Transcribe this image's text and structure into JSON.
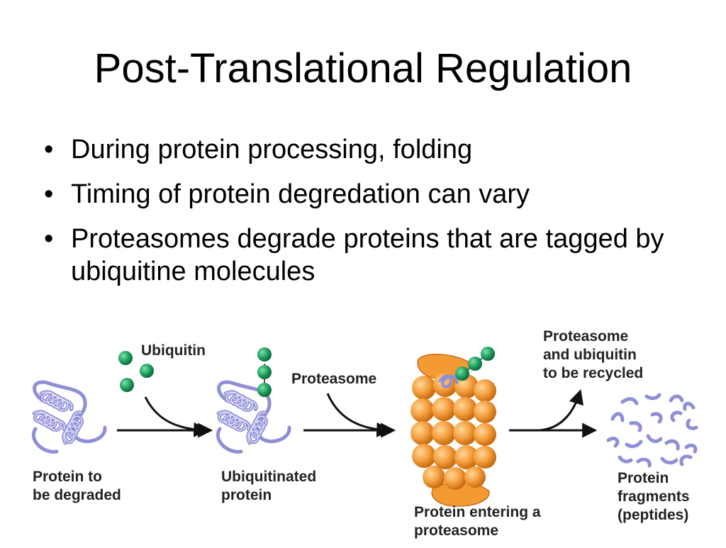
{
  "slide": {
    "title": "Post-Translational Regulation",
    "bullets": [
      "During protein processing, folding",
      "Timing of protein degredation can vary",
      "Proteasomes degrade proteins that are tagged by ubiquitine molecules"
    ],
    "bullet_symbol": "•"
  },
  "diagram": {
    "labels": {
      "ubiquitin": "Ubiquitin",
      "proteasome": "Proteasome",
      "recycled_1": "Proteasome",
      "recycled_2": "and ubiquitin",
      "recycled_3": "to be recycled",
      "protein_degraded_1": "Protein to",
      "protein_degraded_2": "be degraded",
      "ubiquitinated_1": "Ubiquitinated",
      "ubiquitinated_2": "protein",
      "entering_1": "Protein entering a",
      "entering_2": "proteasome",
      "fragments_1": "Protein",
      "fragments_2": "fragments",
      "fragments_3": "(peptides)"
    },
    "colors": {
      "protein": "#8f8fd6",
      "ubiquitin": "#1fa060",
      "proteasome": "#f39a32",
      "arrow": "#111111"
    }
  }
}
